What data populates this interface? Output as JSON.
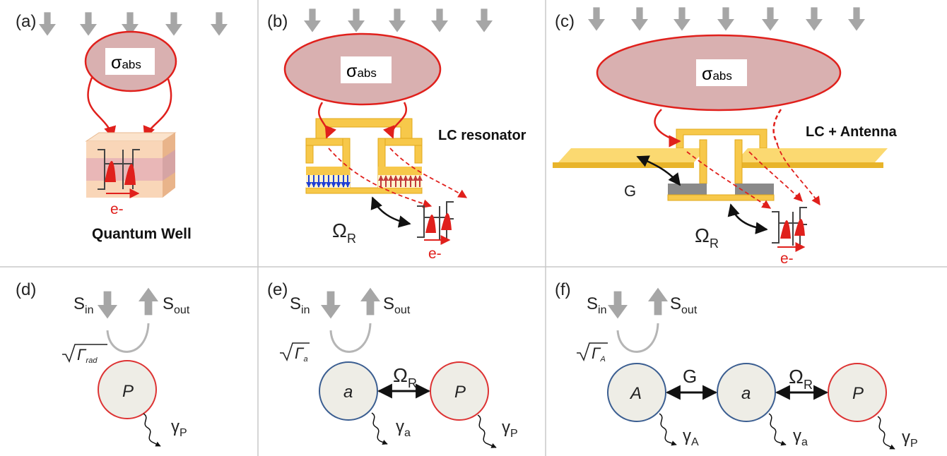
{
  "panels": {
    "a": {
      "tag": "(a)",
      "sigma": "σ",
      "sigma_sub": "abs",
      "electron": "e-",
      "caption": "Quantum Well"
    },
    "b": {
      "tag": "(b)",
      "sigma": "σ",
      "sigma_sub": "abs",
      "label": "LC resonator",
      "omega": "Ω",
      "omega_sub": "R",
      "electron": "e-"
    },
    "c": {
      "tag": "(c)",
      "sigma": "σ",
      "sigma_sub": "abs",
      "label": "LC + Antenna",
      "coupling": "G",
      "omega": "Ω",
      "omega_sub": "R",
      "electron": "e-"
    },
    "d": {
      "tag": "(d)",
      "s_in": "S",
      "s_in_sub": "in",
      "s_out": "S",
      "s_out_sub": "out",
      "gamma_rad": "Γ",
      "gamma_rad_sub": "rad",
      "node_p": "P",
      "decay_p": "γ",
      "decay_p_sub": "P"
    },
    "e": {
      "tag": "(e)",
      "s_in": "S",
      "s_in_sub": "in",
      "s_out": "S",
      "s_out_sub": "out",
      "gamma_rad": "Γ",
      "gamma_rad_sub": "a",
      "node_a": "a",
      "node_p": "P",
      "omega": "Ω",
      "omega_sub": "R",
      "decay_a": "γ",
      "decay_a_sub": "a",
      "decay_p": "γ",
      "decay_p_sub": "P"
    },
    "f": {
      "tag": "(f)",
      "s_in": "S",
      "s_in_sub": "in",
      "s_out": "S",
      "s_out_sub": "out",
      "gamma_rad": "Γ",
      "gamma_rad_sub": "A",
      "node_A": "A",
      "node_a": "a",
      "node_p": "P",
      "coupling": "G",
      "omega": "Ω",
      "omega_sub": "R",
      "decay_A": "γ",
      "decay_A_sub": "A",
      "decay_a": "γ",
      "decay_a_sub": "a",
      "decay_p": "γ",
      "decay_p_sub": "P"
    }
  },
  "colors": {
    "incident_arrow": "#a6a6a6",
    "absorption_ellipse": "#d9b0b0",
    "absorption_outline": "#e0201c",
    "field_line": "#e0201c",
    "gold": "#f7c84a",
    "gold_edge": "#e2a91b",
    "quantum_well_box": "#f9d6b8",
    "node_fill": "#eeede6",
    "node_edge_cavity": "#3b5e91",
    "node_edge_polarization": "#d33",
    "divider": "#c8c8c8",
    "charge_negative": "#1f3fd6",
    "charge_positive": "#c23a3a"
  }
}
